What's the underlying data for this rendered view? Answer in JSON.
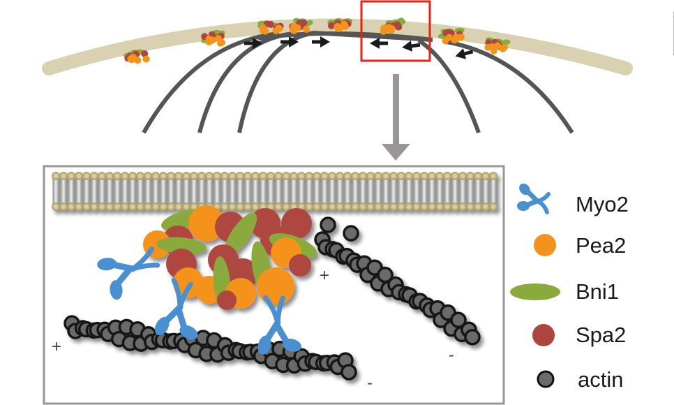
{
  "figure": {
    "type": "schematic",
    "top_panel": {
      "description": "cell cortex with polarisome clusters and actin cables",
      "cluster_count": 8,
      "arrow_directions": [
        "right",
        "right",
        "right",
        "left",
        "left",
        "left"
      ],
      "zoom_box_color": "#e2231a"
    },
    "inset": {
      "polarity_labels": {
        "upper_plus": "+",
        "upper_minus": "-",
        "lower_plus": "+",
        "lower_minus": "-"
      }
    }
  },
  "legend": {
    "items": [
      {
        "icon": "myo2-icon",
        "label": "Myo2",
        "color": "#4a8fd0"
      },
      {
        "icon": "pea2-icon",
        "label": "Pea2",
        "color": "#f4921e"
      },
      {
        "icon": "bni1-icon",
        "label": "Bni1",
        "color": "#8aaa3c"
      },
      {
        "icon": "spa2-icon",
        "label": "Spa2",
        "color": "#ad4640"
      },
      {
        "icon": "actin-icon",
        "label": "actin",
        "color": "#6b6b6b"
      }
    ]
  },
  "colors": {
    "cortex": "#d9d1b1",
    "cable": "#555555",
    "arrow": "#1a1a1a",
    "zoom_arrow": "#9b9696",
    "frame": "#9b9696",
    "lipid_head": "#b5a566",
    "lipid_tail": "#b9b9b9"
  }
}
